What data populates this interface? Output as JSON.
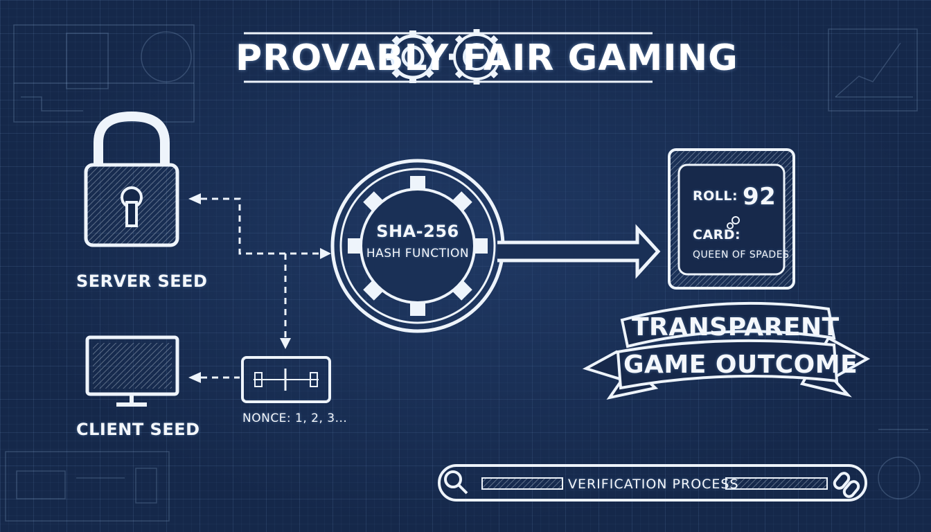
{
  "title": "PROVABLY FAIR GAMING",
  "inputs": {
    "server_seed": "SERVER SEED",
    "client_seed": "CLIENT SEED",
    "nonce": "NONCE: 1, 2, 3..."
  },
  "hash": {
    "title": "SHA-256",
    "subtitle": "HASH FUNCTION"
  },
  "outcome": {
    "roll_label": "ROLL:",
    "roll_value": "92",
    "card_label": "CARD:",
    "card_value": "QUEEN OF SPADES"
  },
  "banner": {
    "line1": "TRANSPARENT",
    "line2": "GAME OUTCOME"
  },
  "verification": {
    "label": "VERIFICATION  PROCESS"
  },
  "icons": [
    "padlock-icon",
    "monitor-icon",
    "gear-icon",
    "magnifier-icon",
    "chain-link-icon",
    "slider-icon"
  ],
  "colors": {
    "background": "#15284a",
    "line": "#eef4fb"
  }
}
